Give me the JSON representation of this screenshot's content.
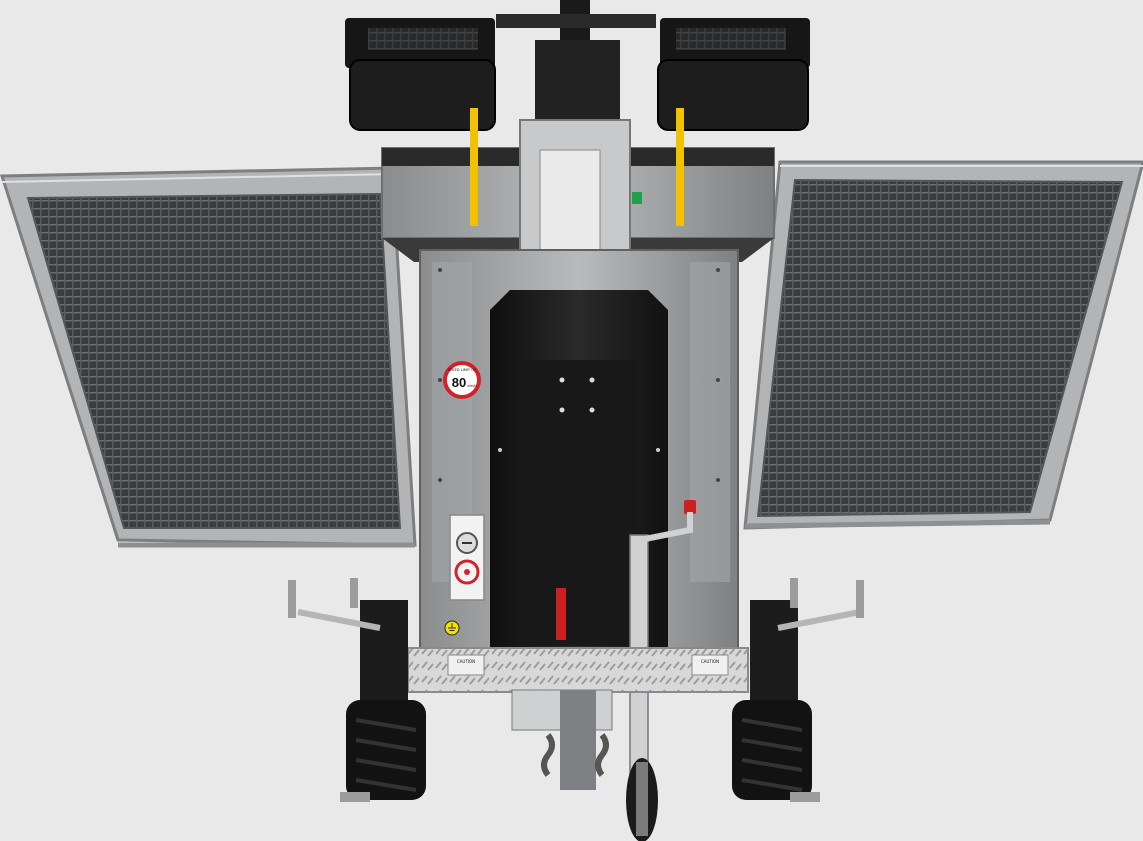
{
  "image": {
    "subject": "solar-light-tower-trailer",
    "background_color": "#e9e9e9"
  },
  "signs": {
    "speed_limit": {
      "header": "SPEED LIMIT OF",
      "value": "80",
      "unit": "km/h",
      "ring_color": "#d2232a"
    },
    "caution_left": "CAUTION",
    "caution_right": "CAUTION"
  },
  "colors": {
    "frame": "#a9aaab",
    "frame_dark": "#6f7173",
    "panel": "#2b2d2f",
    "housing": "#1c1c1c",
    "accent_yellow": "#f2c200",
    "accent_red": "#cc1f1f",
    "accent_green": "#1aa34a",
    "ground_symbol": "#f3e400"
  }
}
